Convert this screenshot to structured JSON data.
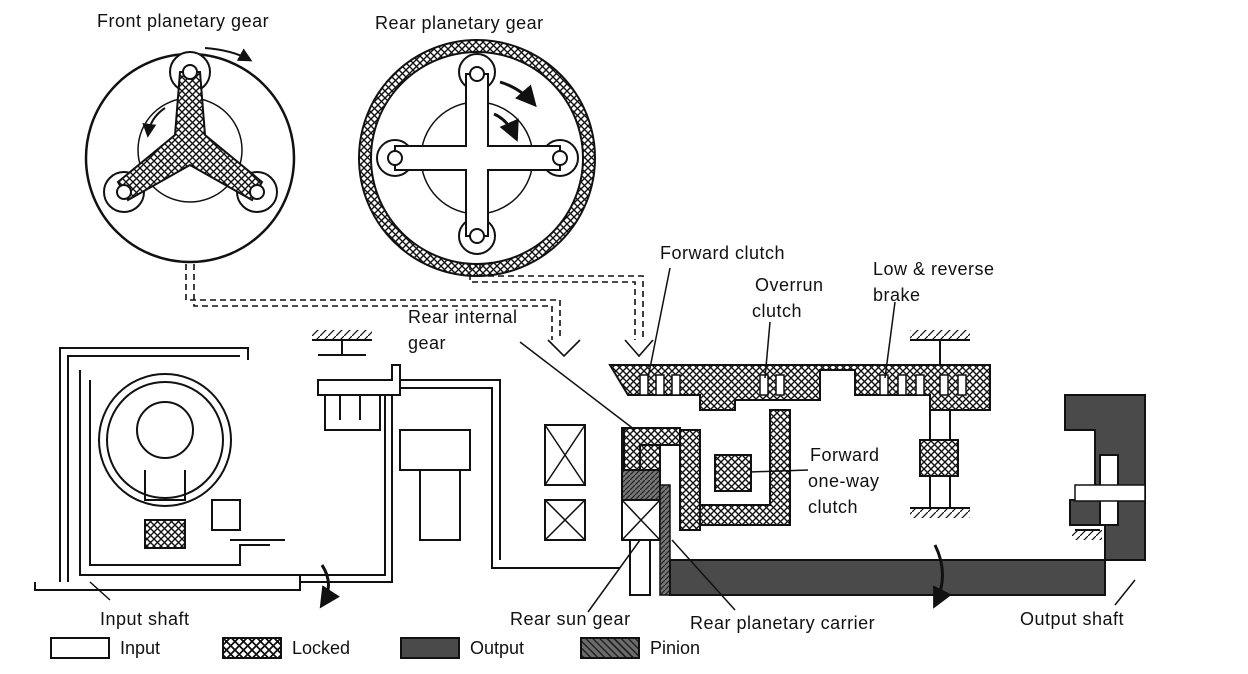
{
  "labels": {
    "front_planetary": "Front planetary gear",
    "rear_planetary": "Rear planetary gear",
    "forward_clutch": "Forward clutch",
    "overrun_clutch_1": "Overrun",
    "overrun_clutch_2": "clutch",
    "low_reverse_1": "Low & reverse",
    "low_reverse_2": "brake",
    "rear_internal_1": "Rear internal",
    "rear_internal_2": "gear",
    "fwd_oneway_1": "Forward",
    "fwd_oneway_2": "one-way",
    "fwd_oneway_3": "clutch",
    "input_shaft": "Input shaft",
    "rear_sun": "Rear sun gear",
    "rear_carrier": "Rear planetary carrier",
    "output_shaft": "Output shaft"
  },
  "legend": {
    "input": "Input",
    "locked": "Locked",
    "output": "Output",
    "pinion": "Pinion"
  },
  "colors": {
    "line": "#111111",
    "output": "#4a4a4a",
    "pinion": "#6b6b6b"
  }
}
